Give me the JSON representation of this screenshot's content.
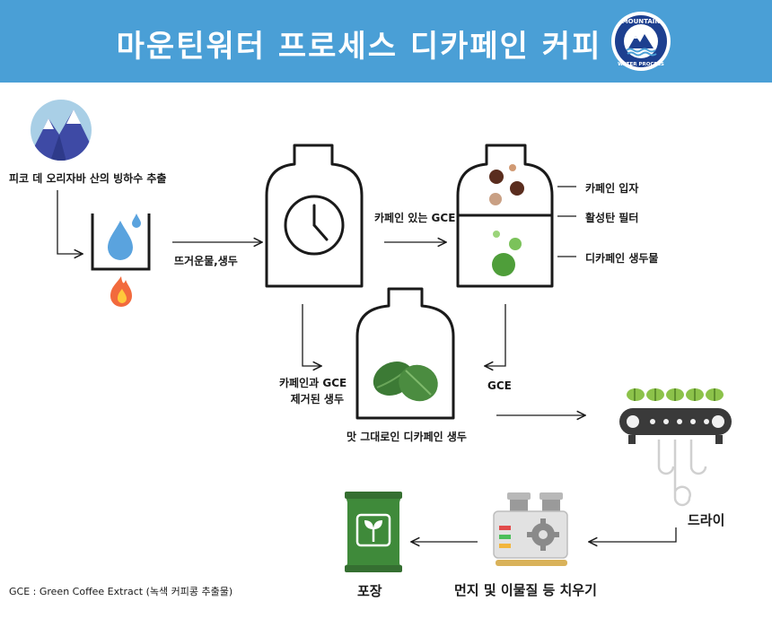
{
  "header": {
    "title": "마운틴워터 프로세스 디카페인 커피",
    "logo": {
      "top_text": "MOUNTAIN",
      "bottom_text": "WATER PROCESS"
    }
  },
  "labels": {
    "source": "피코 데 오리자바 산의 빙하수 추출",
    "hot_water": "뜨거운물,생두",
    "gce_with_caffeine": "카페인 있는 GCE",
    "caffeine_particles": "카페인 입자",
    "carbon_filter": "활성탄 필터",
    "decaf_beans": "디카페인 생두물",
    "removed_line1": "카페인과 GCE",
    "removed_line2": "제거된 생두",
    "gce": "GCE",
    "flavorful_decaf": "맛 그대로인 디카페인 생두",
    "dry": "드라이",
    "clean": "먼지 및 이물질 등 치우기",
    "pack": "포장",
    "footnote": "GCE : Green Coffee Extract (녹색 커피콩 추출물)"
  },
  "colors": {
    "header_bg": "#4a9fd6",
    "water_drop": "#4a9fd6",
    "bean_green": "#4f8a3c",
    "package_green": "#3f8a3a",
    "coffee_brown": "#5a2d1e",
    "line_dark": "#1a1a1a"
  }
}
